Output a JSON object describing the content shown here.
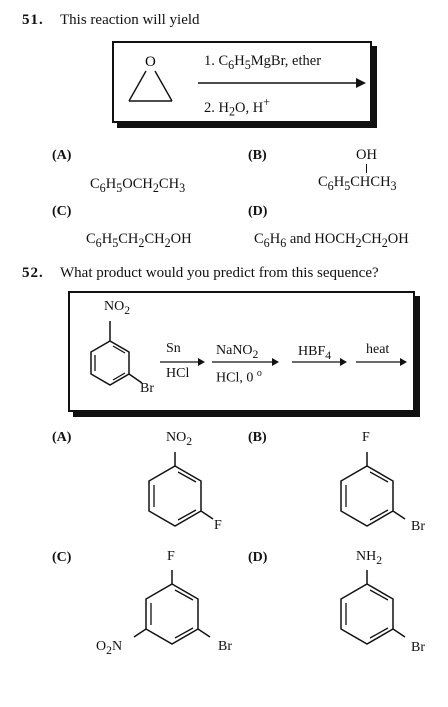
{
  "q51": {
    "number": "51.",
    "question": "This reaction will yield",
    "reagents": {
      "step1": "1. C6H5MgBr, ether",
      "step2": "2. H2O, H+"
    },
    "options": {
      "A": {
        "label": "(A)",
        "text": "C6H5OCH2CH3"
      },
      "B": {
        "label": "(B)",
        "text": "C6H5CHCH3",
        "substituent": "OH"
      },
      "C": {
        "label": "(C)",
        "text": "C6H5CH2CH2OH"
      },
      "D": {
        "label": "(D)",
        "text": "C6H6 and HOCH2CH2OH"
      }
    }
  },
  "q52": {
    "number": "52.",
    "question": "What product would you predict from this sequence?",
    "start_material": {
      "top": "NO2",
      "bottom": "Br"
    },
    "steps": [
      {
        "above": "Sn",
        "below": "HCl"
      },
      {
        "above": "NaNO2",
        "below": "HCl, 0 o"
      },
      {
        "above": "HBF4",
        "below": ""
      },
      {
        "above": "heat",
        "below": ""
      }
    ],
    "options": {
      "A": {
        "label": "(A)",
        "top": "NO2",
        "right": "F"
      },
      "B": {
        "label": "(B)",
        "top": "F",
        "right": "Br"
      },
      "C": {
        "label": "(C)",
        "top": "F",
        "left": "O2N",
        "right": "Br"
      },
      "D": {
        "label": "(D)",
        "top": "NH2",
        "right": "Br"
      }
    }
  }
}
